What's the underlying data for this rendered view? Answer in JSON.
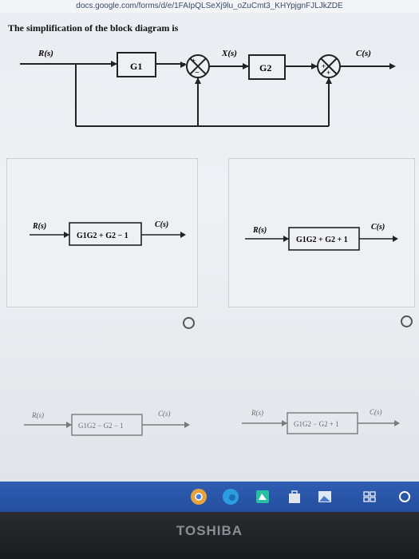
{
  "browser": {
    "url": "docs.google.com/forms/d/e/1FAIpQLSeXj9lu_oZuCmt3_KHYpjgnFJLJkZDE"
  },
  "question": {
    "text": "The simplification of the block diagram is"
  },
  "diagram": {
    "input": "R(s)",
    "block1": "G1",
    "intermediate": "X(s)",
    "block2": "G2",
    "output": "C(s)",
    "sum1_sign_top": "+",
    "sum1_sign_bottom": "−",
    "sum2_sign_left": "+",
    "sum2_sign_bottom": "+"
  },
  "options": [
    {
      "input": "R(s)",
      "output": "C(s)",
      "expression": "G1G2 + G2 − 1",
      "selected": false
    },
    {
      "input": "R(s)",
      "output": "C(s)",
      "expression": "G1G2 + G2 + 1",
      "selected": false
    },
    {
      "input": "R(s)",
      "output": "C(s)",
      "expression": "G1G2 − G2 − 1",
      "selected": false
    },
    {
      "input": "R(s)",
      "output": "C(s)",
      "expression": "G1G2 − G2 + 1",
      "selected": false
    }
  ],
  "laptop": {
    "brand": "TOSHIBA"
  }
}
